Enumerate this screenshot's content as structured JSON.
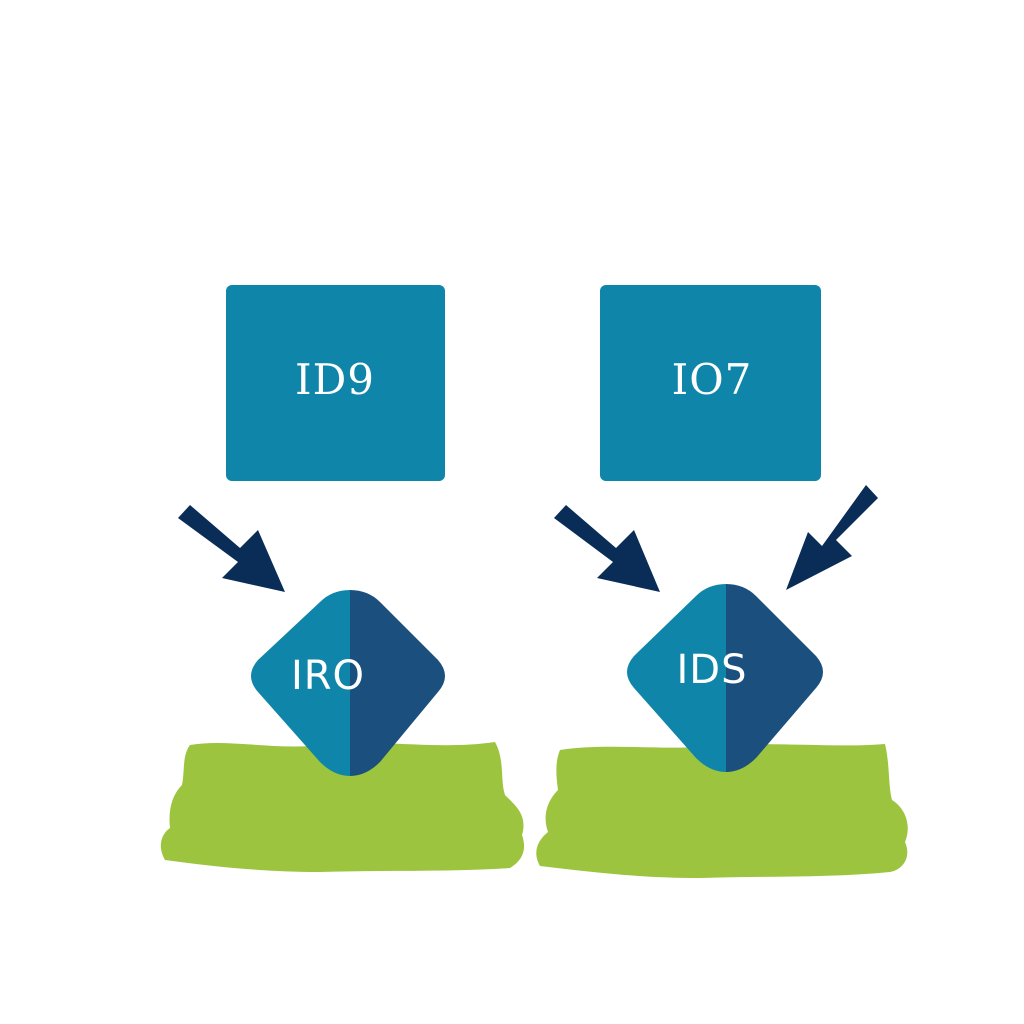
{
  "colors": {
    "background": "#ffffff",
    "box": "#0f86a9",
    "diamond_left_half": "#0f86a9",
    "diamond_right_half": "#1b4f7d",
    "arrow": "#0a2d57",
    "grass": "#9cc43f",
    "label_text": "#ffffff"
  },
  "boxes": [
    {
      "label": "ID9"
    },
    {
      "label": "IO7"
    }
  ],
  "diamonds": [
    {
      "label": "IRO"
    },
    {
      "label": "IDS"
    }
  ],
  "icons": [
    "arrow-icon",
    "grass-mound"
  ]
}
